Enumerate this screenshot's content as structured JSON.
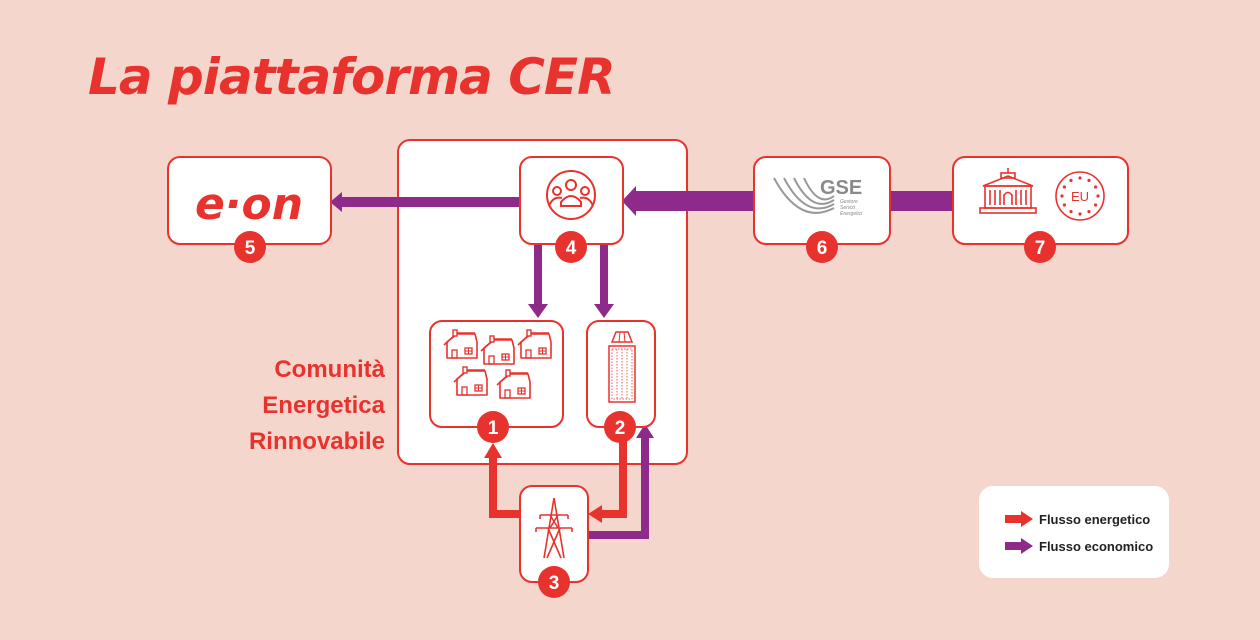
{
  "title": "La piattaforma CER",
  "cer_label": [
    "Comunità",
    "Energetica",
    "Rinnovabile"
  ],
  "nodes": {
    "eon": {
      "number": "5",
      "logo_text": "e·on",
      "icon": "eon-logo"
    },
    "platform": {
      "number": "4",
      "icon": "community-users-icon"
    },
    "homes": {
      "number": "1",
      "icon": "houses-icon"
    },
    "solar": {
      "number": "2",
      "icon": "solar-panel-icon"
    },
    "grid": {
      "number": "3",
      "icon": "power-pylon-icon"
    },
    "gse": {
      "number": "6",
      "logo_text": "GSE",
      "logo_sub": [
        "Gestore",
        "Servizi",
        "Energetici"
      ],
      "icon": "gse-logo"
    },
    "institutions": {
      "number": "7",
      "eu_text": "EU",
      "icon": "government-building-icon"
    }
  },
  "legend": {
    "energy_label": "Flusso energetico",
    "economic_label": "Flusso economico"
  },
  "colors": {
    "background": "#f4d6cd",
    "red": "#e8322e",
    "purple": "#8e2a8a",
    "box": "#ffffff"
  }
}
